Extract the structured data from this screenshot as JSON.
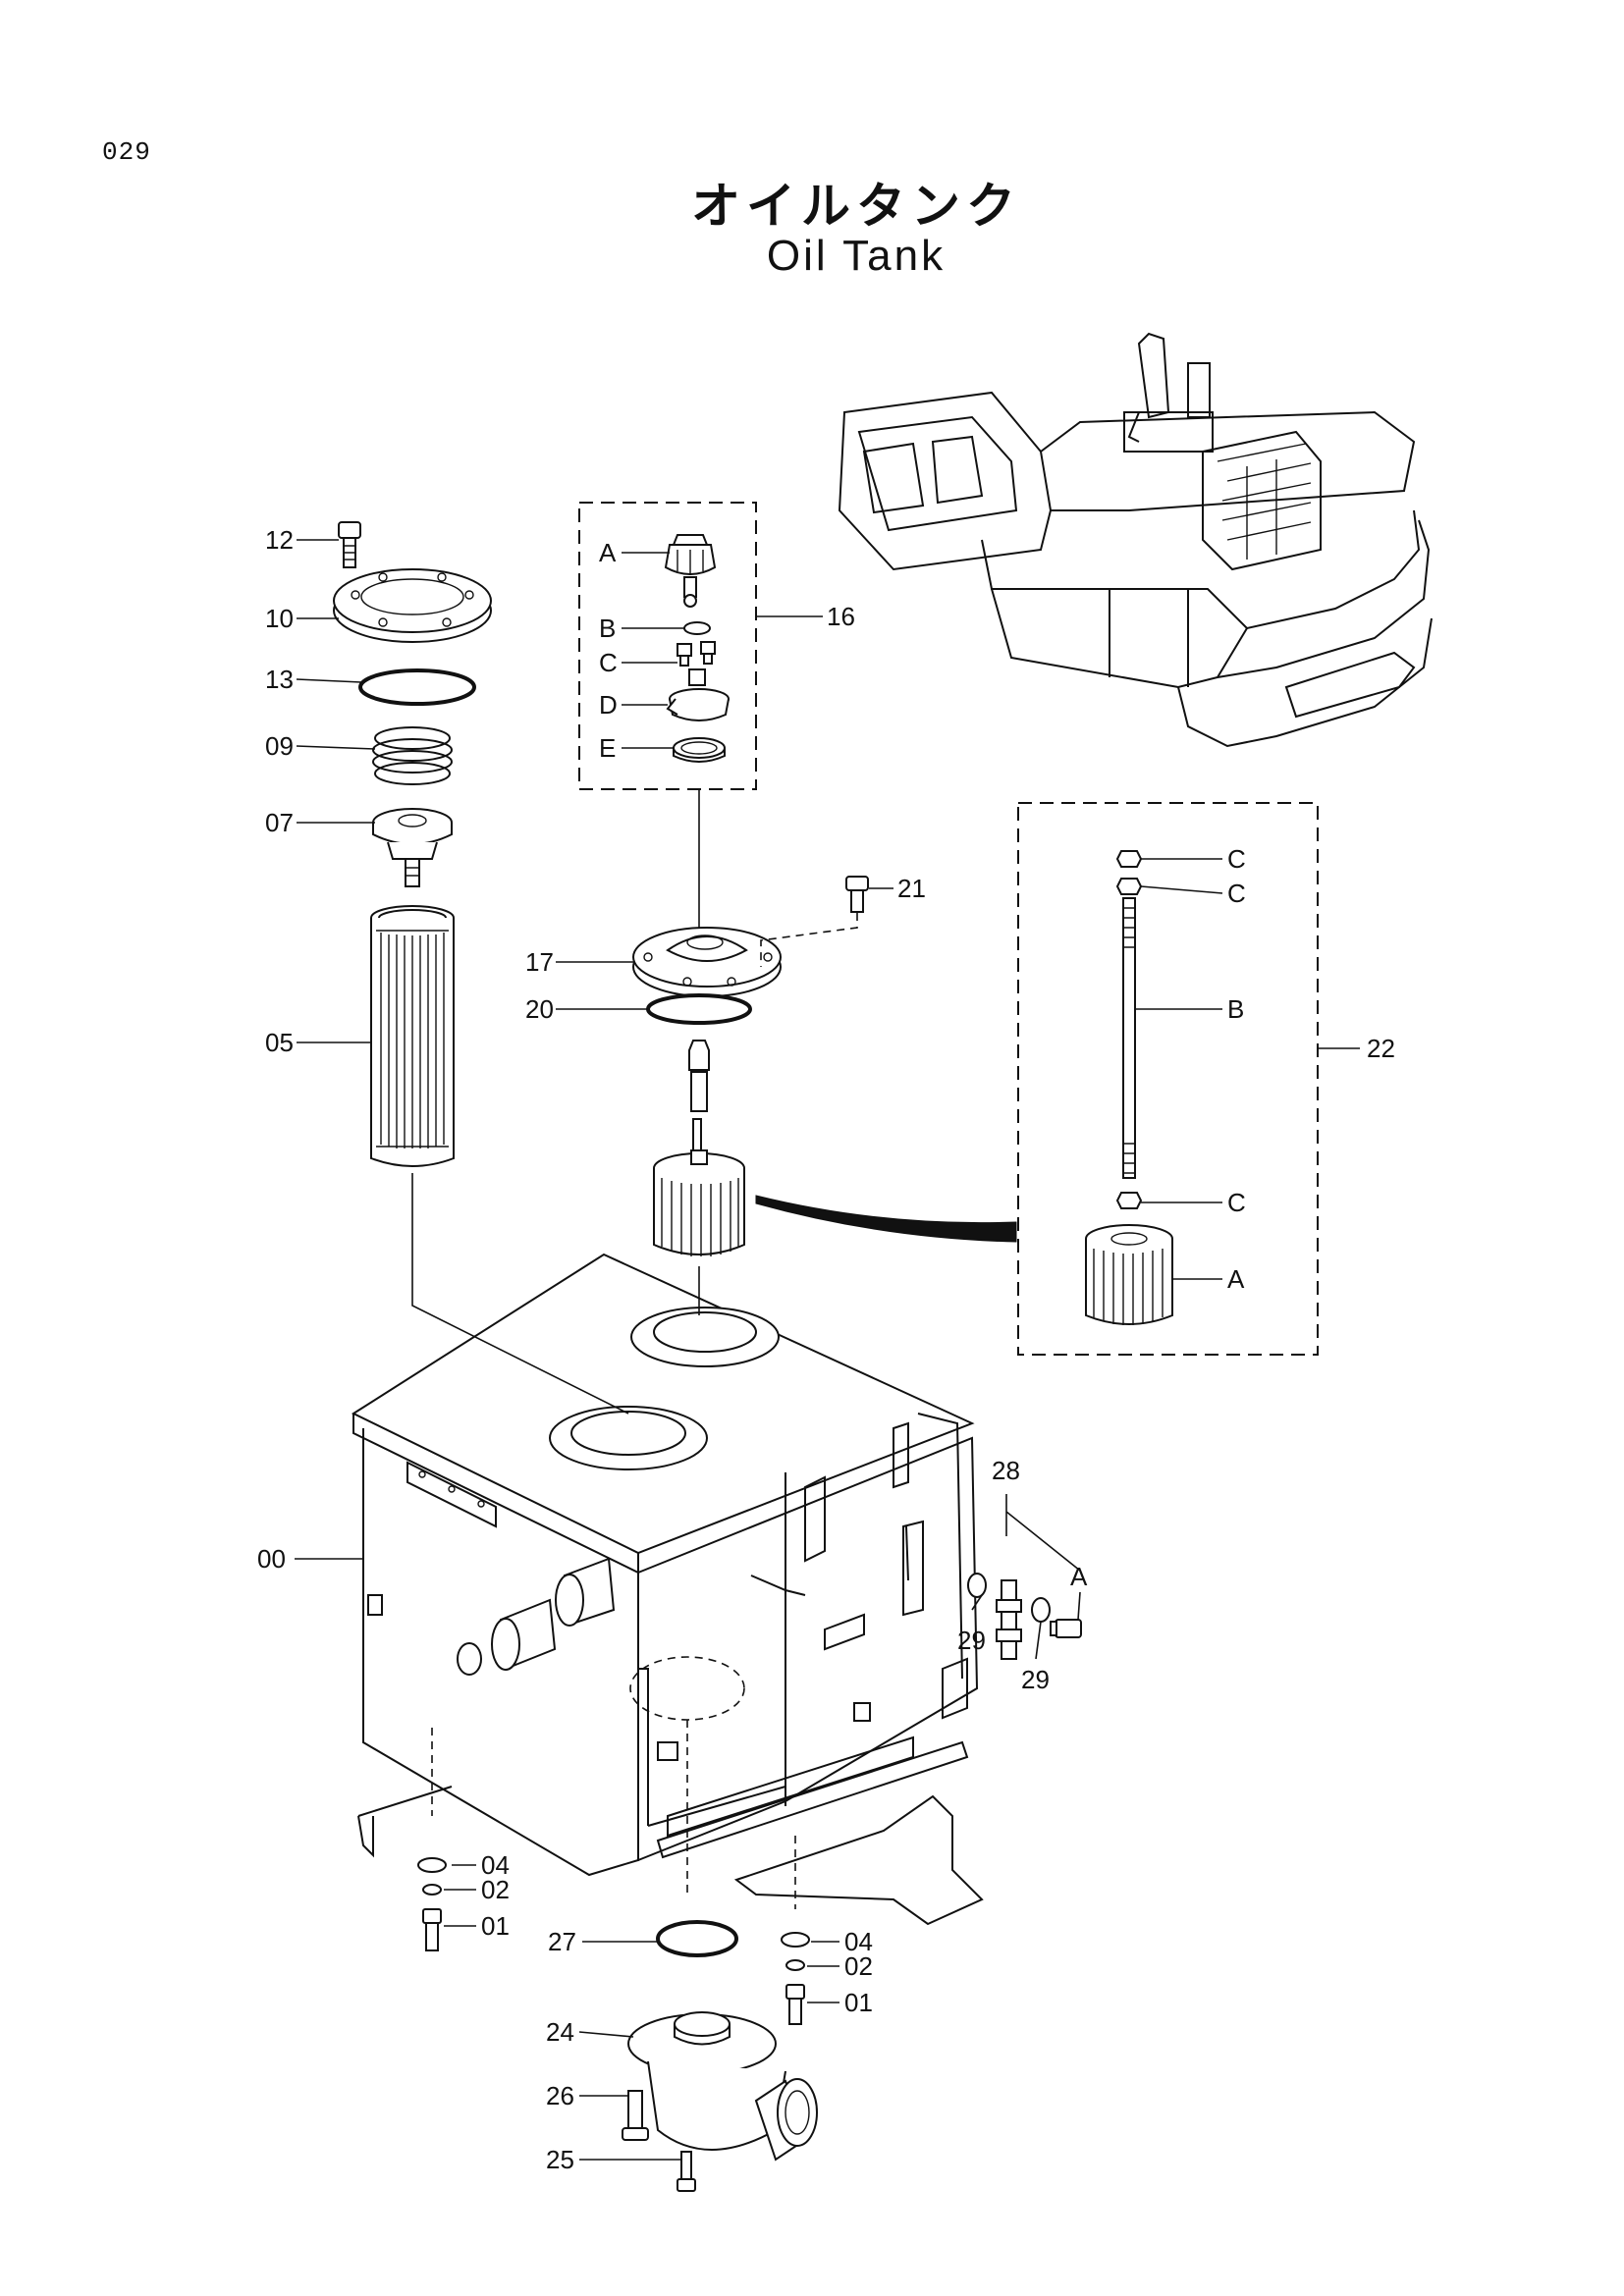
{
  "page": {
    "number": "029"
  },
  "title": {
    "ja": "オイルタンク",
    "en": "Oil Tank"
  },
  "callouts": {
    "c12": "12",
    "c10": "10",
    "c13": "13",
    "c09": "09",
    "c07": "07",
    "c05": "05",
    "c16": "16",
    "c16A": "A",
    "c16B": "B",
    "c16C": "C",
    "c16D": "D",
    "c16E": "E",
    "c21": "21",
    "c17": "17",
    "c20": "20",
    "c22": "22",
    "c22C1": "C",
    "c22C2": "C",
    "c22B": "B",
    "c22C3": "C",
    "c22A": "A",
    "c28": "28",
    "c28A": "A",
    "c29a": "29",
    "c29b": "29",
    "c00": "00",
    "c04a": "04",
    "c02a": "02",
    "c01a": "01",
    "c27": "27",
    "c04b": "04",
    "c02b": "02",
    "c01b": "01",
    "c24": "24",
    "c26": "26",
    "c25": "25"
  }
}
